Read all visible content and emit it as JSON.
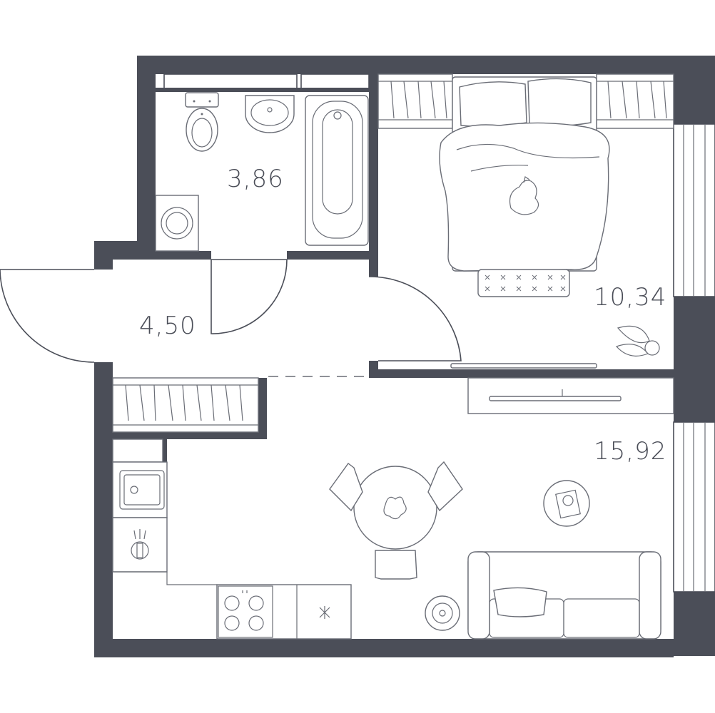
{
  "plan": {
    "colors": {
      "wall": "#4b4e58",
      "line": "#6a6d76",
      "label": "#4a4d57",
      "background": "#ffffff"
    },
    "rooms": [
      {
        "id": "bathroom",
        "area": "3,86"
      },
      {
        "id": "hallway",
        "area": "4,50"
      },
      {
        "id": "bedroom",
        "area": "10,34"
      },
      {
        "id": "living-kitchen",
        "area": "15,92"
      }
    ],
    "icons": [
      "toilet-icon",
      "sink-icon",
      "bathtub-icon",
      "washing-machine-icon",
      "bed-icon",
      "cat-icon",
      "rug-icon",
      "plant-icon",
      "wardrobe-icon",
      "tv-icon",
      "dining-table-icon",
      "chair-icon",
      "sofa-icon",
      "coffee-table-icon",
      "kitchen-sink-icon",
      "stove-icon",
      "robot-vacuum-icon"
    ]
  }
}
